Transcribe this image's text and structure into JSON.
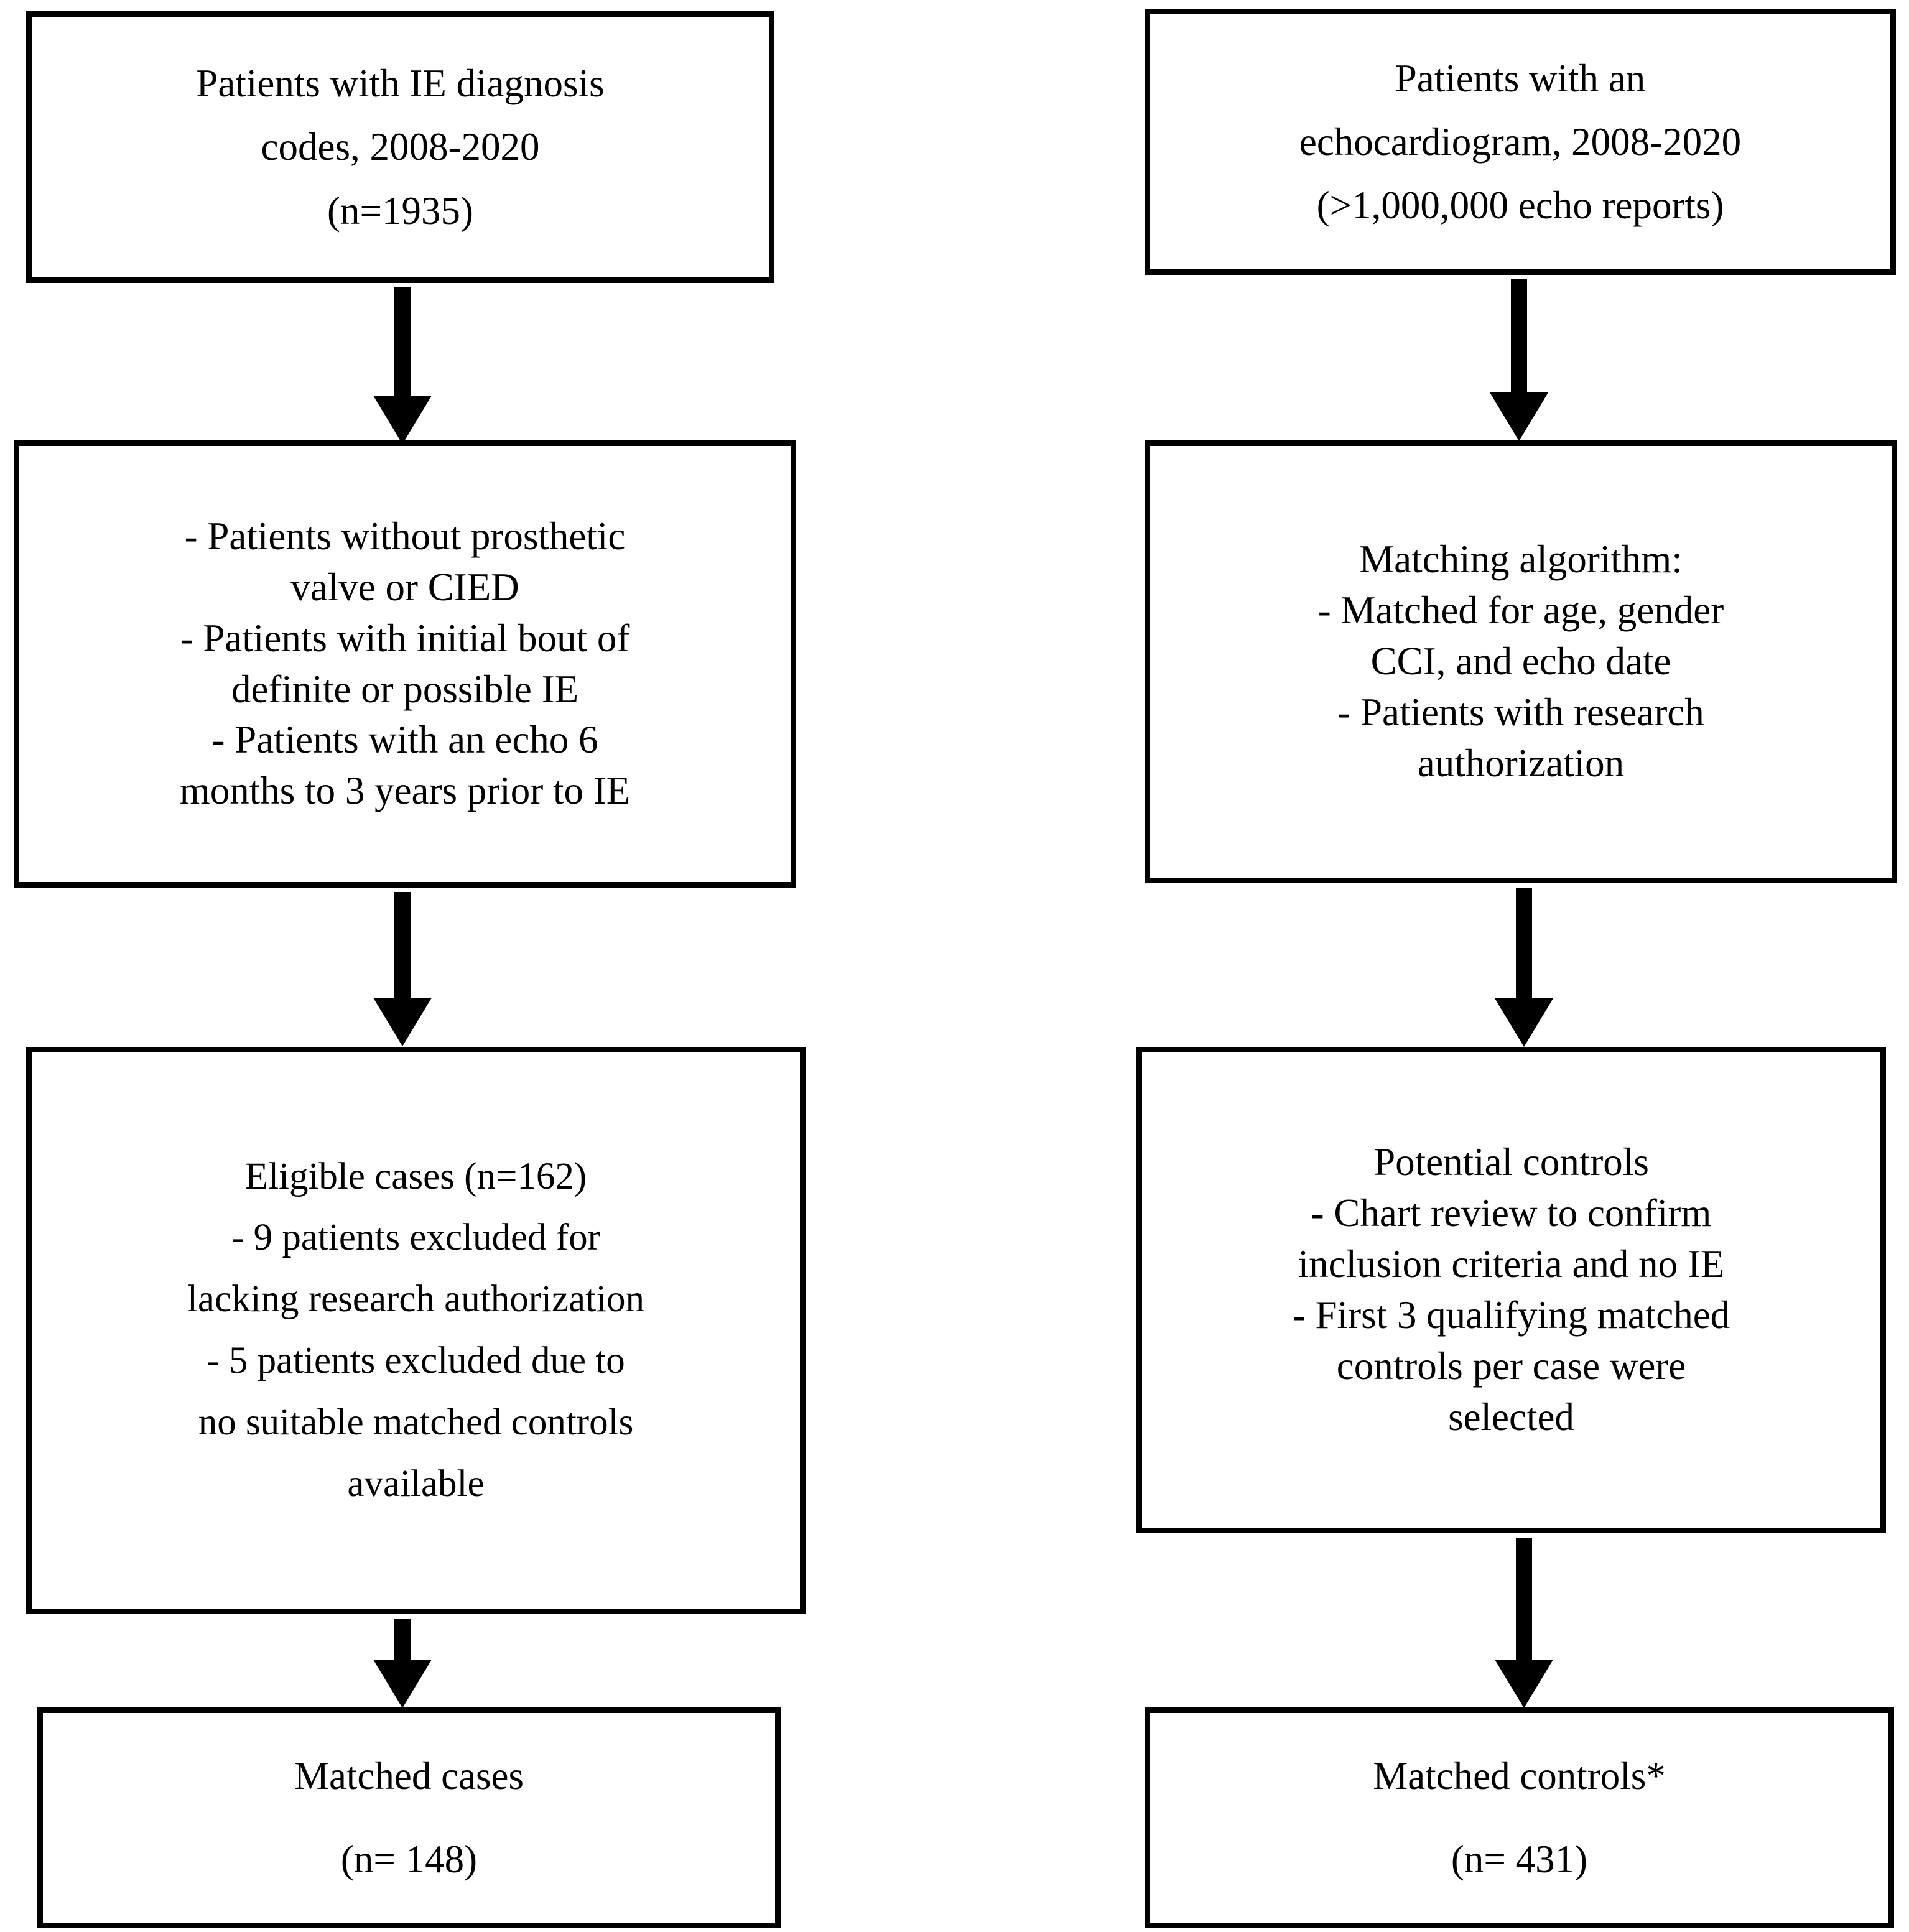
{
  "figure": {
    "type": "flowchart",
    "orientation": "two-column-top-down",
    "colors": {
      "background": "#ffffff",
      "stroke": "#000000",
      "text": "#000000"
    }
  },
  "left_column": {
    "boxes": [
      {
        "id": "ie-diagnosis",
        "lines": [
          "Patients with IE diagnosis",
          "codes, 2008-2020",
          "(n=1935)"
        ]
      },
      {
        "id": "ie-criteria",
        "lines": [
          "- Patients without prosthetic",
          "valve or CIED",
          "- Patients with initial bout of",
          "definite or possible IE",
          "- Patients with an echo 6",
          "months to 3 years prior to IE"
        ]
      },
      {
        "id": "eligible-cases",
        "lines": [
          "Eligible cases (n=162)",
          "- 9 patients excluded for",
          "lacking research authorization",
          "- 5 patients excluded due to",
          "no suitable matched controls",
          "available"
        ]
      },
      {
        "id": "matched-cases",
        "lines": [
          "Matched cases",
          "(n= 148)"
        ]
      }
    ]
  },
  "right_column": {
    "boxes": [
      {
        "id": "echo-patients",
        "lines": [
          "Patients with an",
          "echocardiogram, 2008-2020",
          "(>1,000,000 echo reports)"
        ]
      },
      {
        "id": "matching-algorithm",
        "lines": [
          "Matching algorithm:",
          "- Matched for age, gender",
          "CCI, and echo date",
          "- Patients with research",
          "authorization"
        ]
      },
      {
        "id": "potential-controls",
        "lines": [
          "Potential controls",
          "- Chart review to confirm",
          "inclusion criteria and no IE",
          "- First 3 qualifying matched",
          "controls per case were",
          "selected"
        ]
      },
      {
        "id": "matched-controls",
        "lines": [
          "Matched controls*",
          "(n= 431)"
        ]
      }
    ]
  },
  "arrows": [
    {
      "id": "left-1",
      "from": "ie-diagnosis",
      "to": "ie-criteria",
      "glyph": "down-arrow"
    },
    {
      "id": "left-2",
      "from": "ie-criteria",
      "to": "eligible-cases",
      "glyph": "down-arrow"
    },
    {
      "id": "left-3",
      "from": "eligible-cases",
      "to": "matched-cases",
      "glyph": "down-arrow"
    },
    {
      "id": "right-1",
      "from": "echo-patients",
      "to": "matching-algorithm",
      "glyph": "down-arrow"
    },
    {
      "id": "right-2",
      "from": "matching-algorithm",
      "to": "potential-controls",
      "glyph": "down-arrow"
    },
    {
      "id": "right-3",
      "from": "potential-controls",
      "to": "matched-controls",
      "glyph": "down-arrow"
    }
  ]
}
